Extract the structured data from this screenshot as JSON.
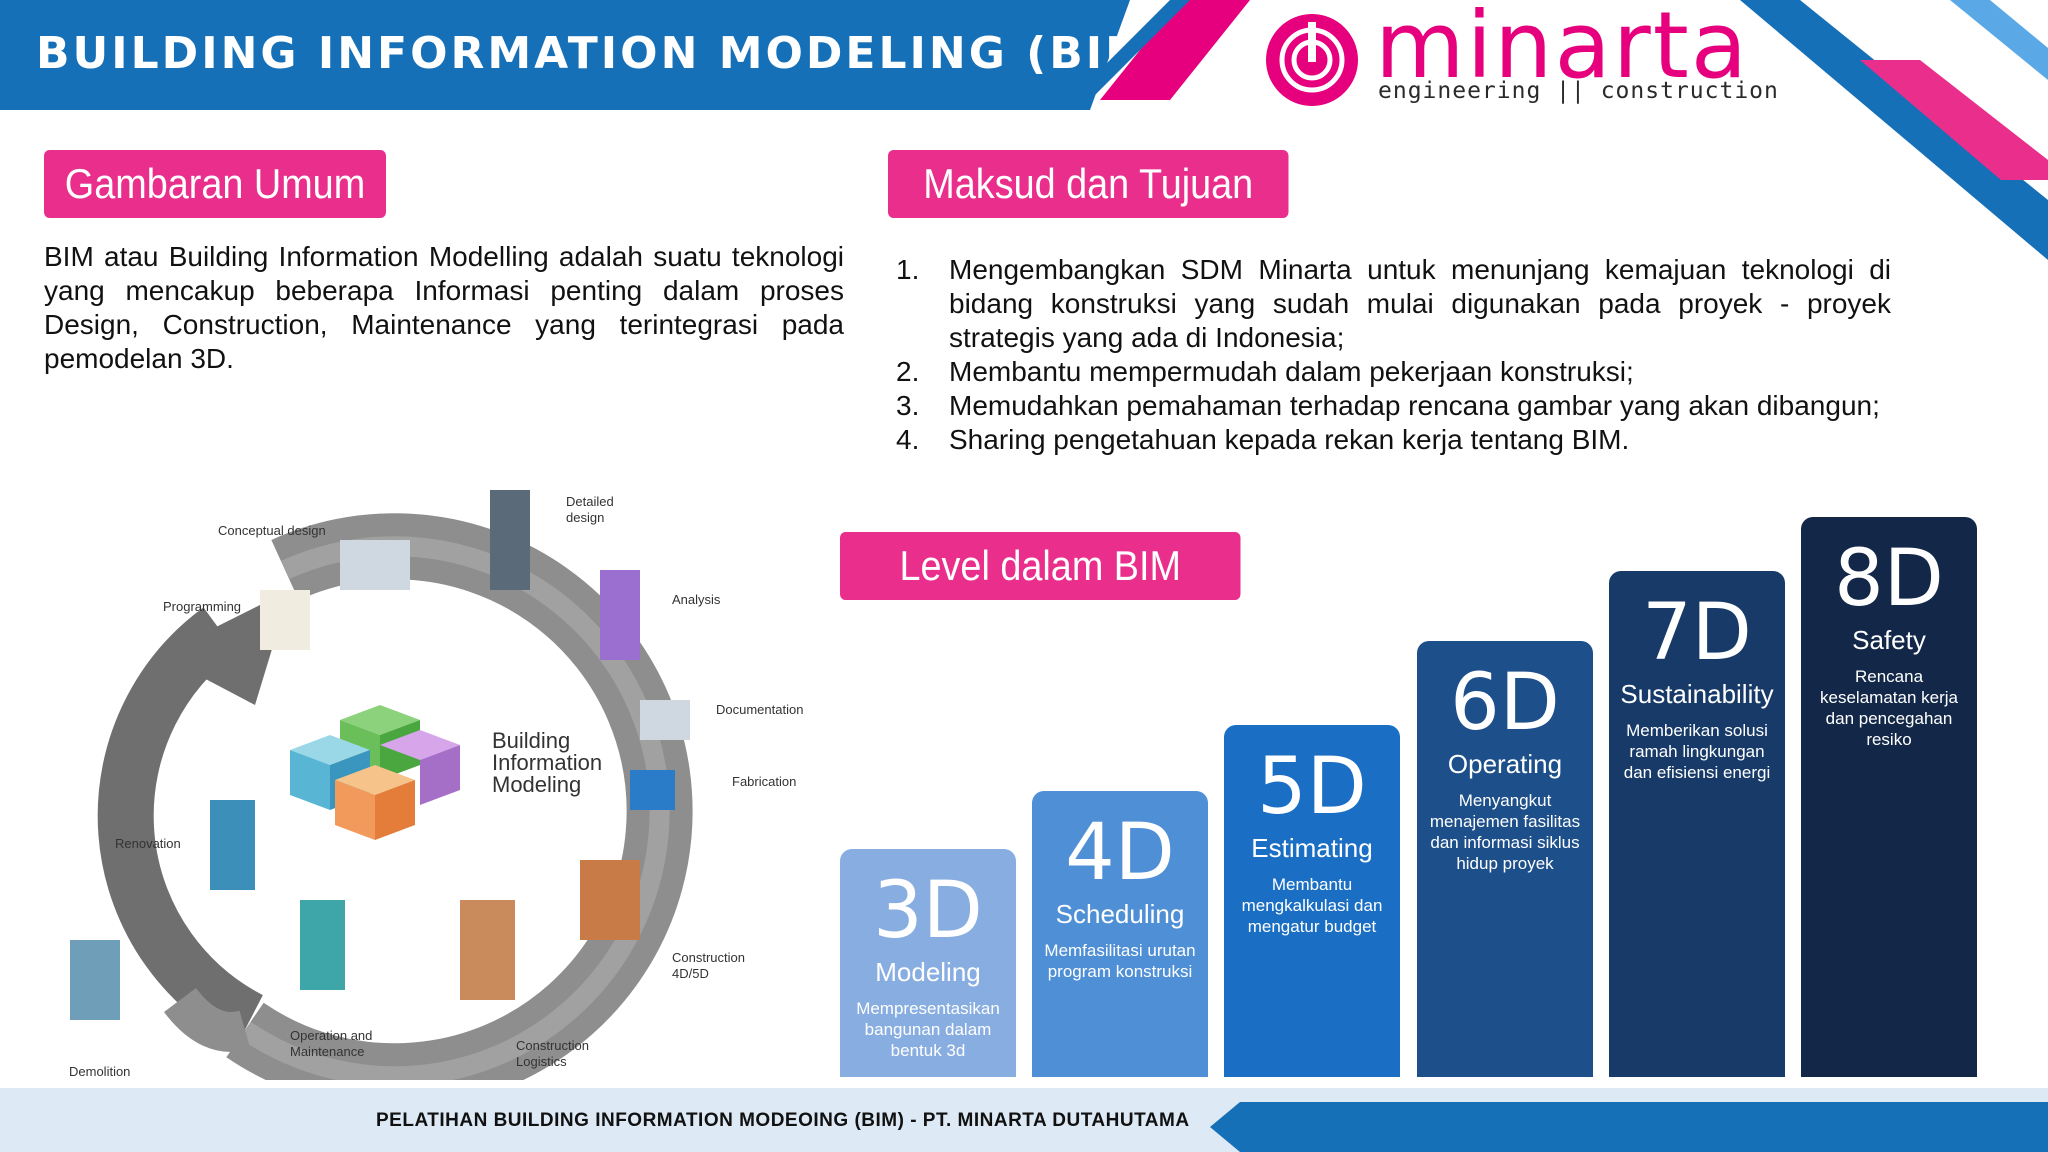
{
  "header": {
    "title": "BUILDING INFORMATION MODELING (BIM)"
  },
  "logo": {
    "name": "minarta",
    "tagline": "engineering || construction"
  },
  "overview": {
    "heading": "Gambaran Umum",
    "text": "BIM atau Building Information Modelling adalah suatu teknologi yang mencakup beberapa Informasi penting dalam proses Design, Construction, Maintenance yang terintegrasi pada pemodelan 3D."
  },
  "goals": {
    "heading": "Maksud dan Tujuan",
    "items": [
      {
        "num": "1.",
        "text": "Mengembangkan SDM Minarta untuk menunjang kemajuan teknologi di bidang konstruksi yang sudah mulai digunakan pada proyek - proyek strategis yang ada di Indonesia;"
      },
      {
        "num": "2.",
        "text": "Membantu mempermudah dalam pekerjaan konstruksi;"
      },
      {
        "num": "3.",
        "text": "Memudahkan pemahaman terhadap rencana gambar yang akan dibangun;"
      },
      {
        "num": "4.",
        "text": "Sharing pengetahuan kepada rekan kerja tentang BIM."
      }
    ]
  },
  "cycle": {
    "center_lines": [
      "Building",
      "Information",
      "Modeling"
    ],
    "labels": {
      "conceptual": "Conceptual design",
      "detailed_1": "Detailed",
      "detailed_2": "design",
      "analysis": "Analysis",
      "documentation": "Documentation",
      "fabrication": "Fabrication",
      "construction_1": "Construction",
      "construction_2": "4D/5D",
      "logistics_1": "Construction",
      "logistics_2": "Logistics",
      "operation_1": "Operation and",
      "operation_2": "Maintenance",
      "renovation": "Renovation",
      "demolition": "Demolition",
      "programming": "Programming"
    }
  },
  "levels": {
    "heading": "Level dalam BIM",
    "items": [
      {
        "code": "3D",
        "name": "Modeling",
        "desc": "Mempresentasikan bangunan dalam bentuk 3d",
        "color": "#88ade0"
      },
      {
        "code": "4D",
        "name": "Scheduling",
        "desc": "Memfasilitasi urutan program konstruksi",
        "color": "#4f8fd6"
      },
      {
        "code": "5D",
        "name": "Estimating",
        "desc": "Membantu mengkalkulasi dan mengatur budget",
        "color": "#1a6fc4"
      },
      {
        "code": "6D",
        "name": "Operating",
        "desc": "Menyangkut menajemen fasilitas dan informasi siklus hidup proyek",
        "color": "#1d4f8a"
      },
      {
        "code": "7D",
        "name": "Sustainability",
        "desc": "Memberikan solusi ramah lingkungan dan efisiensi energi",
        "color": "#173a68"
      },
      {
        "code": "8D",
        "name": "Safety",
        "desc": "Rencana keselamatan kerja dan pencegahan resiko",
        "color": "#132848"
      }
    ]
  },
  "footer": {
    "text": "PELATIHAN BUILDING INFORMATION MODEOING (BIM) - PT. MINARTA DUTAHUTAMA"
  }
}
